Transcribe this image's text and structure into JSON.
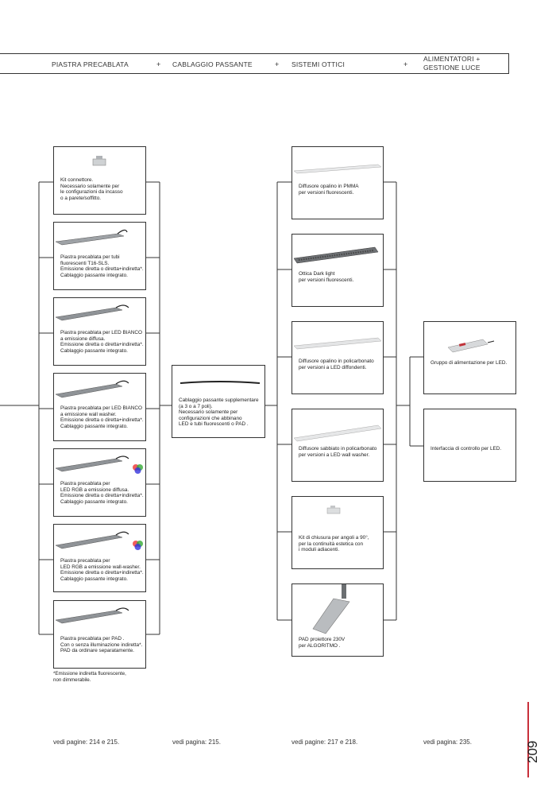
{
  "header": {
    "col1": "PIASTRA PRECABLATA",
    "col2": "CABLAGGIO PASSANTE",
    "col3": "SISTEMI OTTICI",
    "col4_line1": "ALIMENTATORI +",
    "col4_line2": "GESTIONE LUCE",
    "plus": "+"
  },
  "col1_items": [
    {
      "text": "Kit connettore.\nNecessario solamente per\nle configurazioni da incasso\no a parete/soffitto.",
      "icon": "connector-kit-icon"
    },
    {
      "text": "Piastra precablata per tubi\nfluorescenti T16-SLS.\nEmissione diretta o diretta+indiretta*.\nCablaggio passante integrato.",
      "icon": "fluorescent-plate-icon"
    },
    {
      "text": "Piastra precablata per LED BIANCO\na emissione diffusa.\nEmissione diretta o diretta+indiretta*.\nCablaggio passante integrato.",
      "icon": "led-white-plate-icon"
    },
    {
      "text": "Piastra precablata per LED BIANCO\na emissione wall washer.\nEmissione diretta o diretta+indiretta*.\nCablaggio passante integrato.",
      "icon": "led-wallwasher-plate-icon"
    },
    {
      "text": "Piastra precablata per\nLED RGB a emissione diffusa.\nEmissione diretta o diretta+indiretta*.\nCablaggio passante integrato.",
      "icon": "led-rgb-plate-icon"
    },
    {
      "text": "Piastra precablata per\n LED RGB a emissione wall-washer.\nEmissione diretta o diretta+indiretta*.\nCablaggio passante integrato.",
      "icon": "led-rgb-wallwasher-plate-icon"
    },
    {
      "text": "Piastra precablata per  PAD .\n Con o senza illuminazione indiretta*.\nPAD  da ordinare separatamente.",
      "icon": "pad-plate-icon"
    }
  ],
  "col2_item": {
    "text": "Cablaggio passante supplementare\n(a 3 o a 7 poli).\nNecessario solamente per\nconfigurazioni che abbinano\nLED e tubi fluorescenti o  PAD .",
    "icon": "cable-icon"
  },
  "col3_items": [
    {
      "text": "Diffusore opalino in PMMA\nper versioni fluorescenti.",
      "icon": "opal-diffuser-icon"
    },
    {
      "text": "Ottica Dark light\nper versioni fluorescenti.",
      "icon": "dark-light-optic-icon"
    },
    {
      "text": "Diffusore opalino in policarbonato\nper versioni a LED diffondenti.",
      "icon": "polycarbonate-opal-diffuser-icon"
    },
    {
      "text": "Diffusore sabbiato in policarbonato\nper versioni a LED wall washer.",
      "icon": "sandblasted-diffuser-icon"
    },
    {
      "text": "Kit di chiusura per angoli a 90°,\nper la continuità estetica con\ni moduli adiacenti.",
      "icon": "corner-kit-icon"
    },
    {
      "text": "PAD  proiettore 230V\nper ALGORITMO   .",
      "icon": "pad-projector-icon"
    }
  ],
  "col4_items": [
    {
      "text": "Gruppo di alimentazione per LED.",
      "icon": "power-supply-icon"
    },
    {
      "text": "Interfaccia di controllo per LED.",
      "icon": ""
    }
  ],
  "note": "*Emissione indiretta fluorescente,\n  non dimmerabile.",
  "footer": {
    "col1": "vedi pagine: 214 e 215.",
    "col2": "vedi pagina: 215.",
    "col3": "vedi pagine: 217 e 218.",
    "col4": "vedi pagina: 235."
  },
  "page_number": "209",
  "colors": {
    "accent_red": "#c8303a",
    "line": "#333333"
  }
}
